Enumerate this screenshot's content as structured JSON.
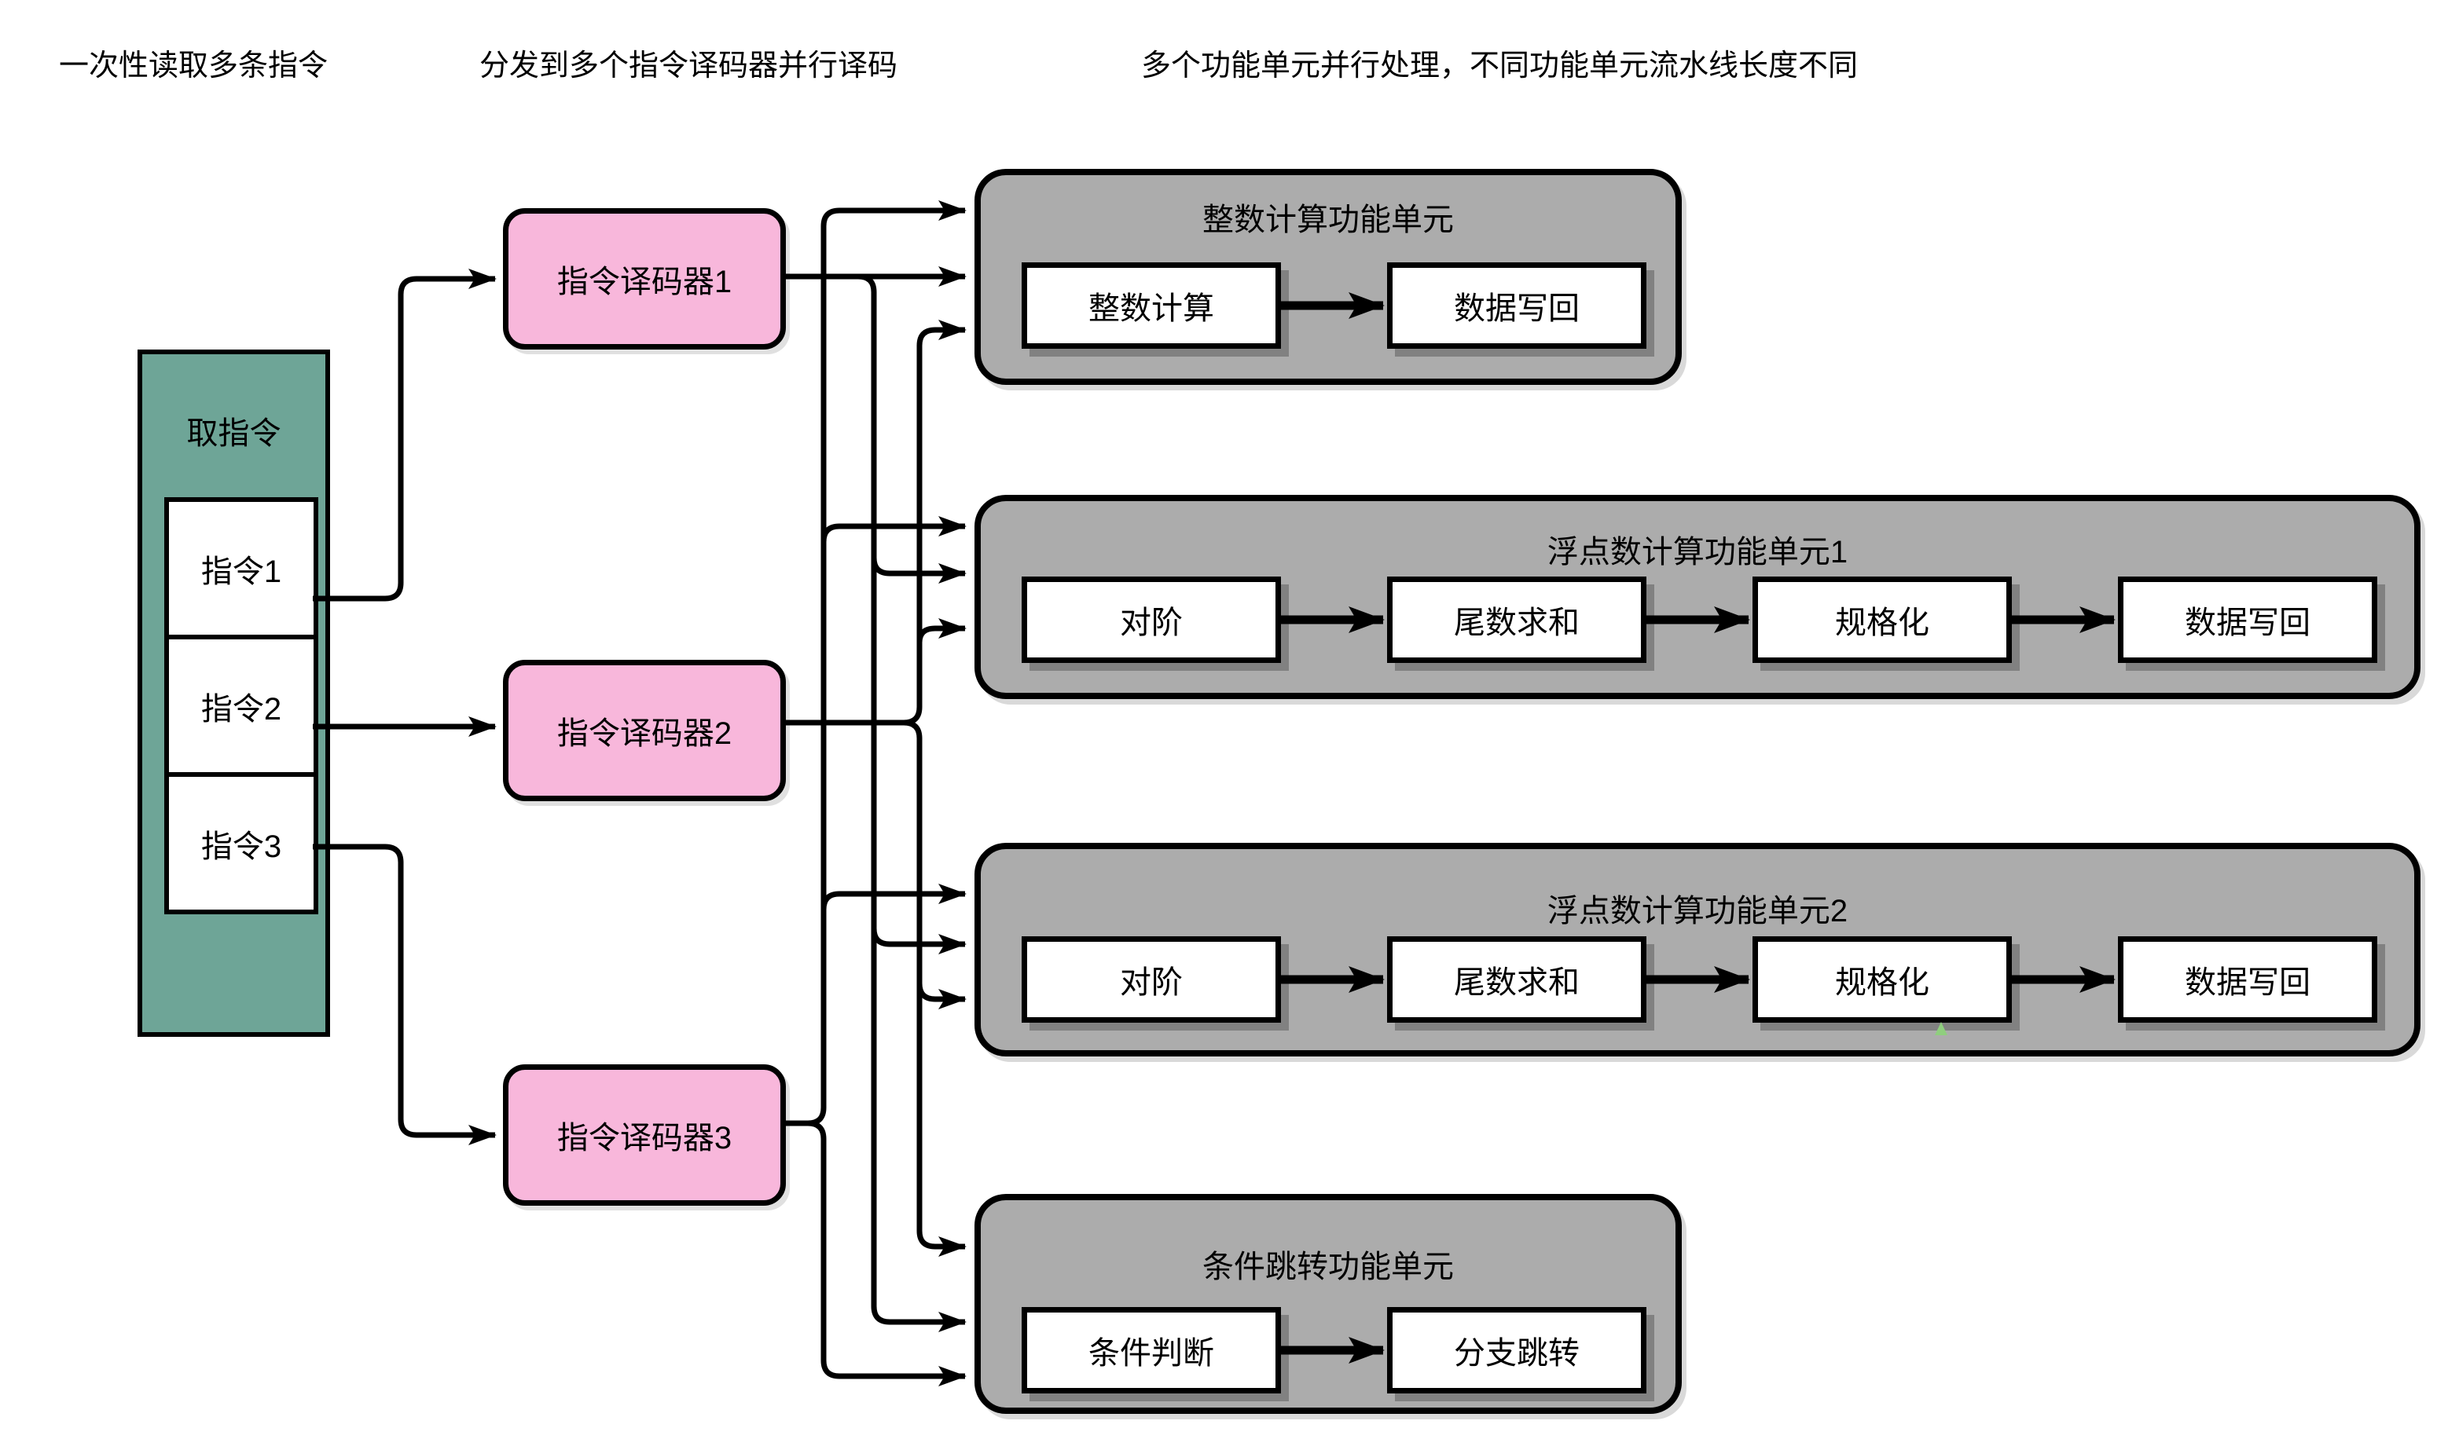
{
  "annotations": [
    {
      "text": "一次性读取多条指令"
    },
    {
      "text": "分发到多个指令译码器并行译码"
    },
    {
      "text": "多个功能单元并行处理，不同功能单元流水线长度不同"
    }
  ],
  "fetch_unit": {
    "title": "取指令",
    "instructions": [
      "指令1",
      "指令2",
      "指令3"
    ]
  },
  "decoders": [
    "指令译码器1",
    "指令译码器2",
    "指令译码器3"
  ],
  "functional_units": [
    {
      "title": "整数计算功能单元",
      "stages": [
        "整数计算",
        "数据写回"
      ]
    },
    {
      "title": "浮点数计算功能单元1",
      "stages": [
        "对阶",
        "尾数求和",
        "规格化",
        "数据写回"
      ]
    },
    {
      "title": "浮点数计算功能单元2",
      "stages": [
        "对阶",
        "尾数求和",
        "规格化",
        "数据写回"
      ]
    },
    {
      "title": "条件跳转功能单元",
      "stages": [
        "条件判断",
        "分支跳转"
      ]
    }
  ],
  "theme": {
    "background": "#FFFFFF",
    "fetch_fill": "#6EA597",
    "decoder_fill": "#F8B7DB",
    "unit_fill": "#ACACAC",
    "stage_fill": "#FFFFFF",
    "line_color": "#000000",
    "text_color": "#000000",
    "artifact_green": "#8FCE7E"
  }
}
